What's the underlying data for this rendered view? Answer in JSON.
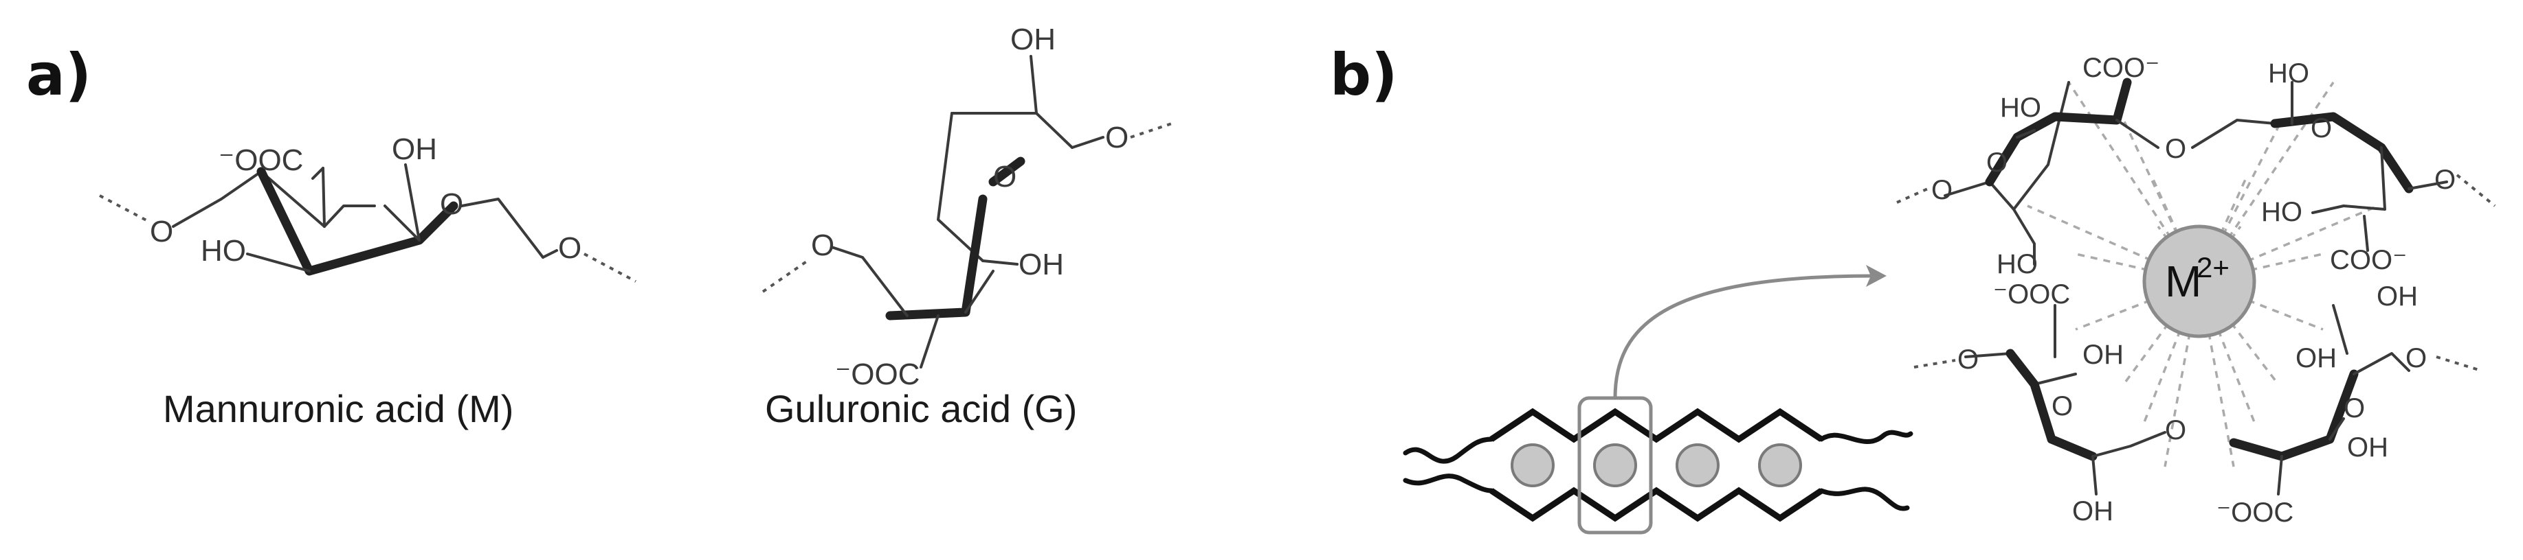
{
  "panel_a": {
    "letter": "a)",
    "mannuronic": {
      "caption": "Mannuronic acid (M)",
      "carboxylate": "⁻OOC",
      "oh_top": "OH",
      "oh_left": "HO",
      "ring_o": "O",
      "link_o_left": "O",
      "link_o_right": "O"
    },
    "guluronic": {
      "caption": "Guluronic acid (G)",
      "oh_top": "OH",
      "oh_right": "OH",
      "carboxylate": "⁻OOC",
      "ring_o": "O",
      "link_o_left": "O",
      "link_o_right": "O"
    }
  },
  "panel_b": {
    "letter": "b)",
    "ion": {
      "symbol": "M",
      "charge": "2+"
    },
    "labels": {
      "coo": "COO⁻",
      "ooc": "⁻OOC",
      "oh": "OH",
      "ho": "HO",
      "o": "O"
    },
    "colors": {
      "ion_fill": "#c7c7c7",
      "ion_stroke": "#8a8a8a",
      "bead_fill": "#c7c7c7",
      "coordination_lines": "#aaaaaa"
    }
  }
}
